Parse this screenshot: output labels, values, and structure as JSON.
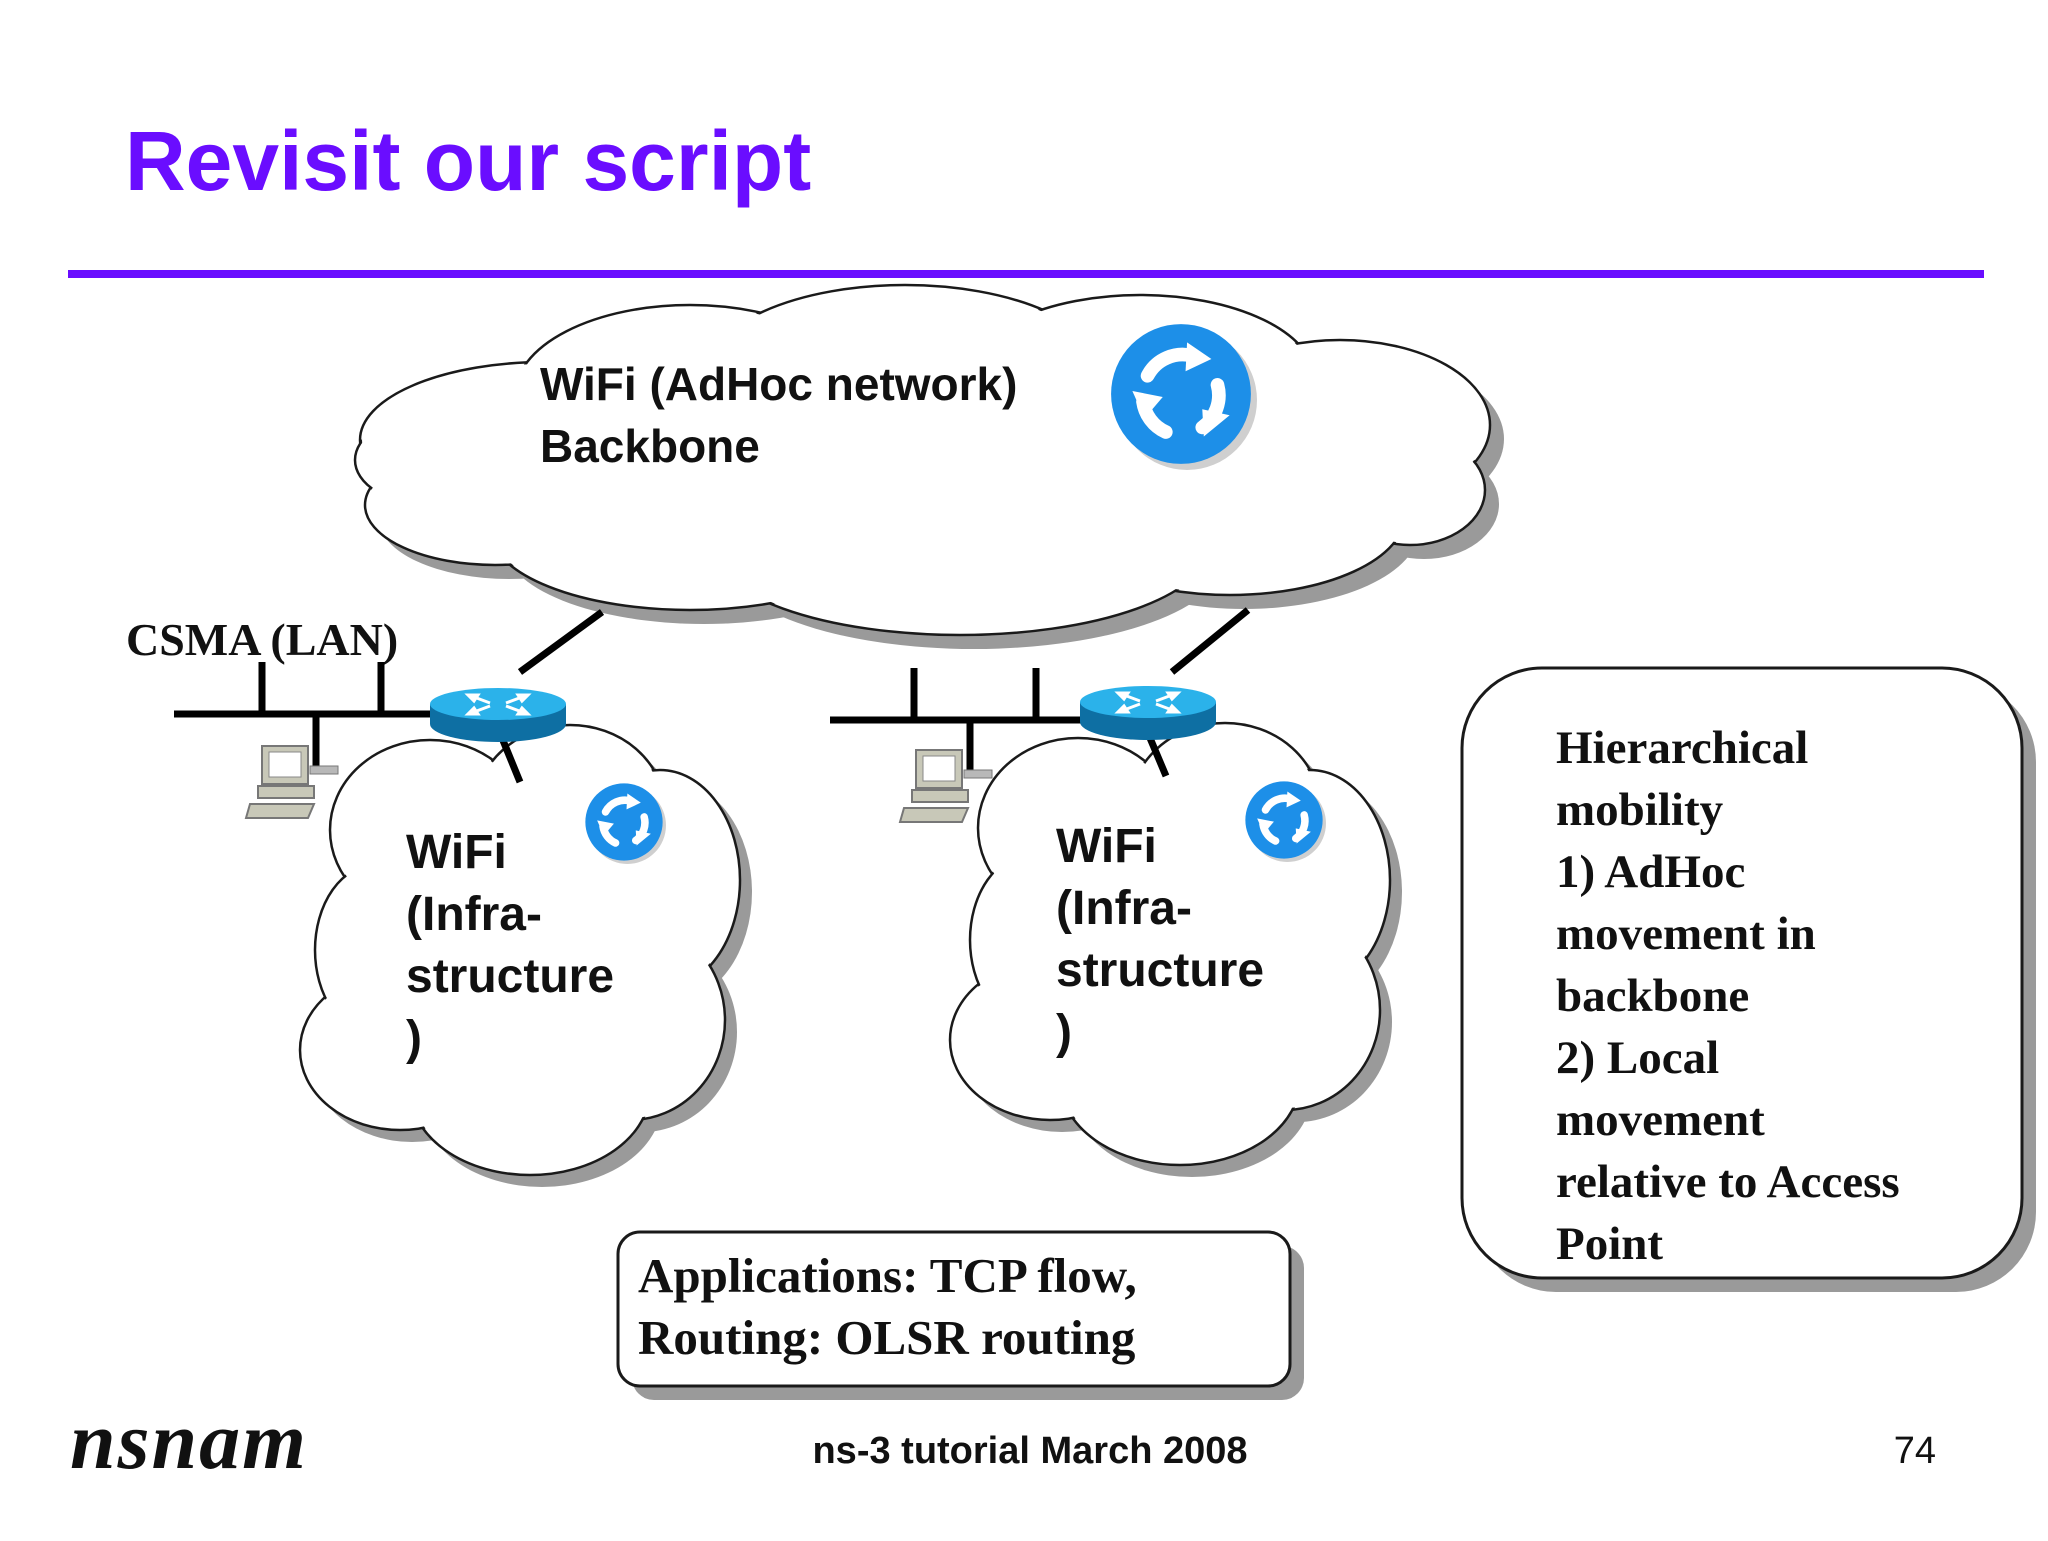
{
  "slide": {
    "title": "Revisit our script",
    "footer_center": "ns-3 tutorial March 2008",
    "page_number": "74",
    "logo_text": "nsnam"
  },
  "colors": {
    "title": "#6a0dff",
    "rule": "#6a0dff",
    "router_blue": "#1ea6e4",
    "mobility_icon": "#1d8fe8",
    "shadow": "#9a9a9a"
  },
  "icons": [
    "router-icon",
    "mobility-icon",
    "computer-icon"
  ],
  "diagram": {
    "backbone_cloud": {
      "line1": "WiFi (AdHoc network)",
      "line2": "Backbone"
    },
    "csma_label": "CSMA (LAN)",
    "infra_cloud_left": {
      "l1": "WiFi",
      "l2": "(Infra-",
      "l3": "structure",
      "l4": ")"
    },
    "infra_cloud_right": {
      "l1": "WiFi",
      "l2": "(Infra-",
      "l3": "structure",
      "l4": ")"
    },
    "mobility_box": {
      "lines": [
        "Hierarchical",
        "mobility",
        "1) AdHoc",
        "movement in",
        "backbone",
        "2) Local",
        "movement",
        "relative to Access",
        "Point"
      ]
    },
    "apps_box": {
      "line1": "Applications: TCP flow,",
      "line2": "Routing:  OLSR routing"
    }
  }
}
